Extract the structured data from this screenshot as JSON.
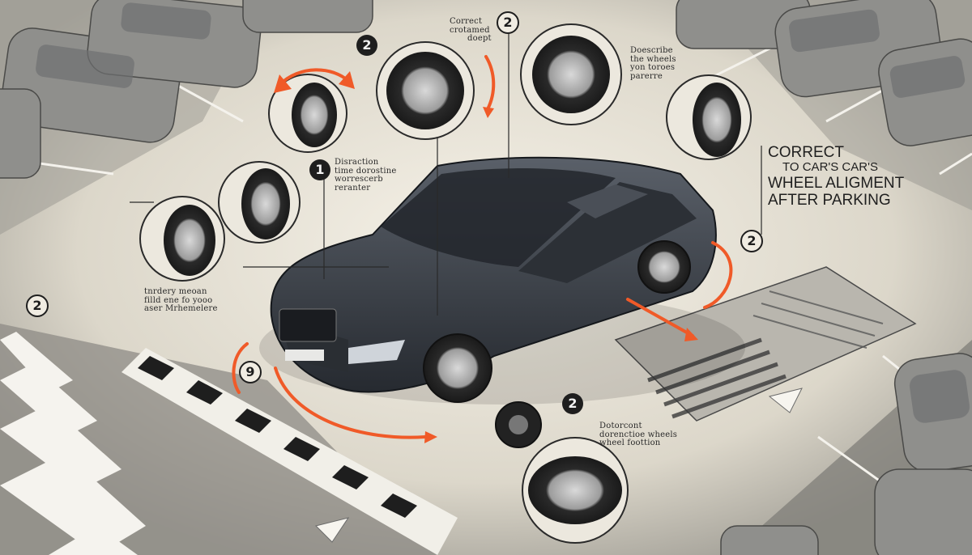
{
  "title": {
    "line1": "CORRECT",
    "line2": "TO CAR'S CAR'S",
    "line3": "WHEEL ALIGMENT",
    "line4": "AFTER PARKING"
  },
  "labels": {
    "top_center": [
      "Correct",
      "crotamed",
      "doept"
    ],
    "top_right": [
      "Doescribe",
      "the wheels",
      "yon toroes",
      "parerre"
    ],
    "middle_left": [
      "Disraction",
      "time dorostine",
      "worrescerb",
      "reranter"
    ],
    "left_lower": [
      "tnrdery meoan",
      "filld ene fo yooo",
      "aser Mrhemelere"
    ],
    "bottom_center": [
      "Dotorcont",
      "dorenctioe wheels",
      "wheel foottion"
    ]
  },
  "markers": {
    "m_top_left": "2",
    "m_top_center": "2",
    "m_middle_left": "1",
    "m_right": "2",
    "m_far_left": "2",
    "m_bottom_left": "9",
    "m_bottom_center": "2"
  },
  "colors": {
    "accent": "#f05a28",
    "ink": "#1e1e1e",
    "car": "#3b4048",
    "asphalt": "#8e8e8a",
    "paper": "#ece7db"
  }
}
